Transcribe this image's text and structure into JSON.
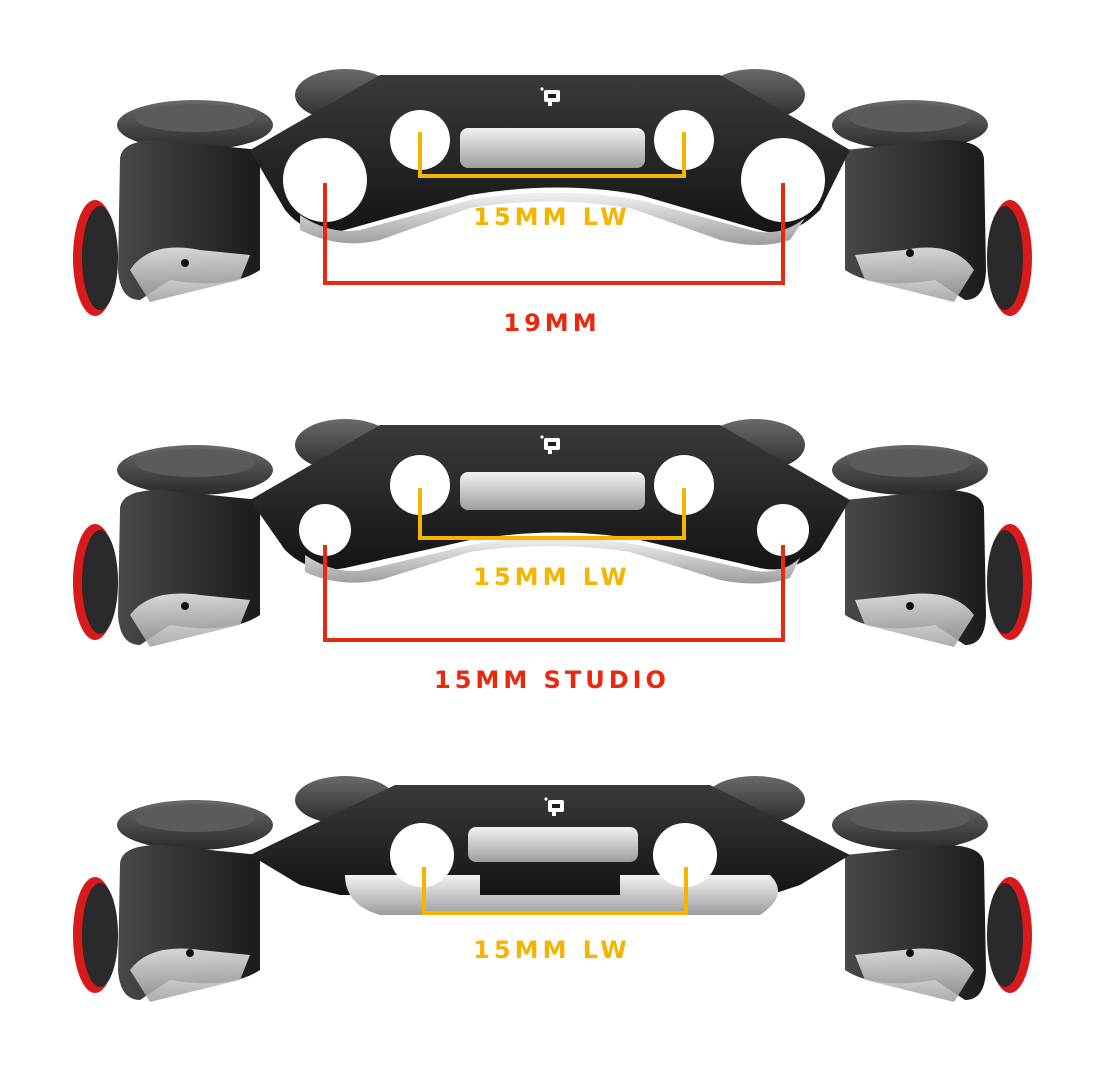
{
  "panels": [
    {
      "inner_label": "15MM LW",
      "outer_label": "19MM"
    },
    {
      "inner_label": "15MM LW",
      "outer_label": "15MM STUDIO"
    },
    {
      "inner_label": "15MM LW"
    }
  ],
  "colors": {
    "inner_bracket": "#f5b400",
    "outer_bracket": "#e8280f",
    "plate": "#1e1e20",
    "red_ring": "#d81a1a",
    "silver": "#c9c9cb"
  },
  "icons": [
    "rig-logo-icon"
  ]
}
